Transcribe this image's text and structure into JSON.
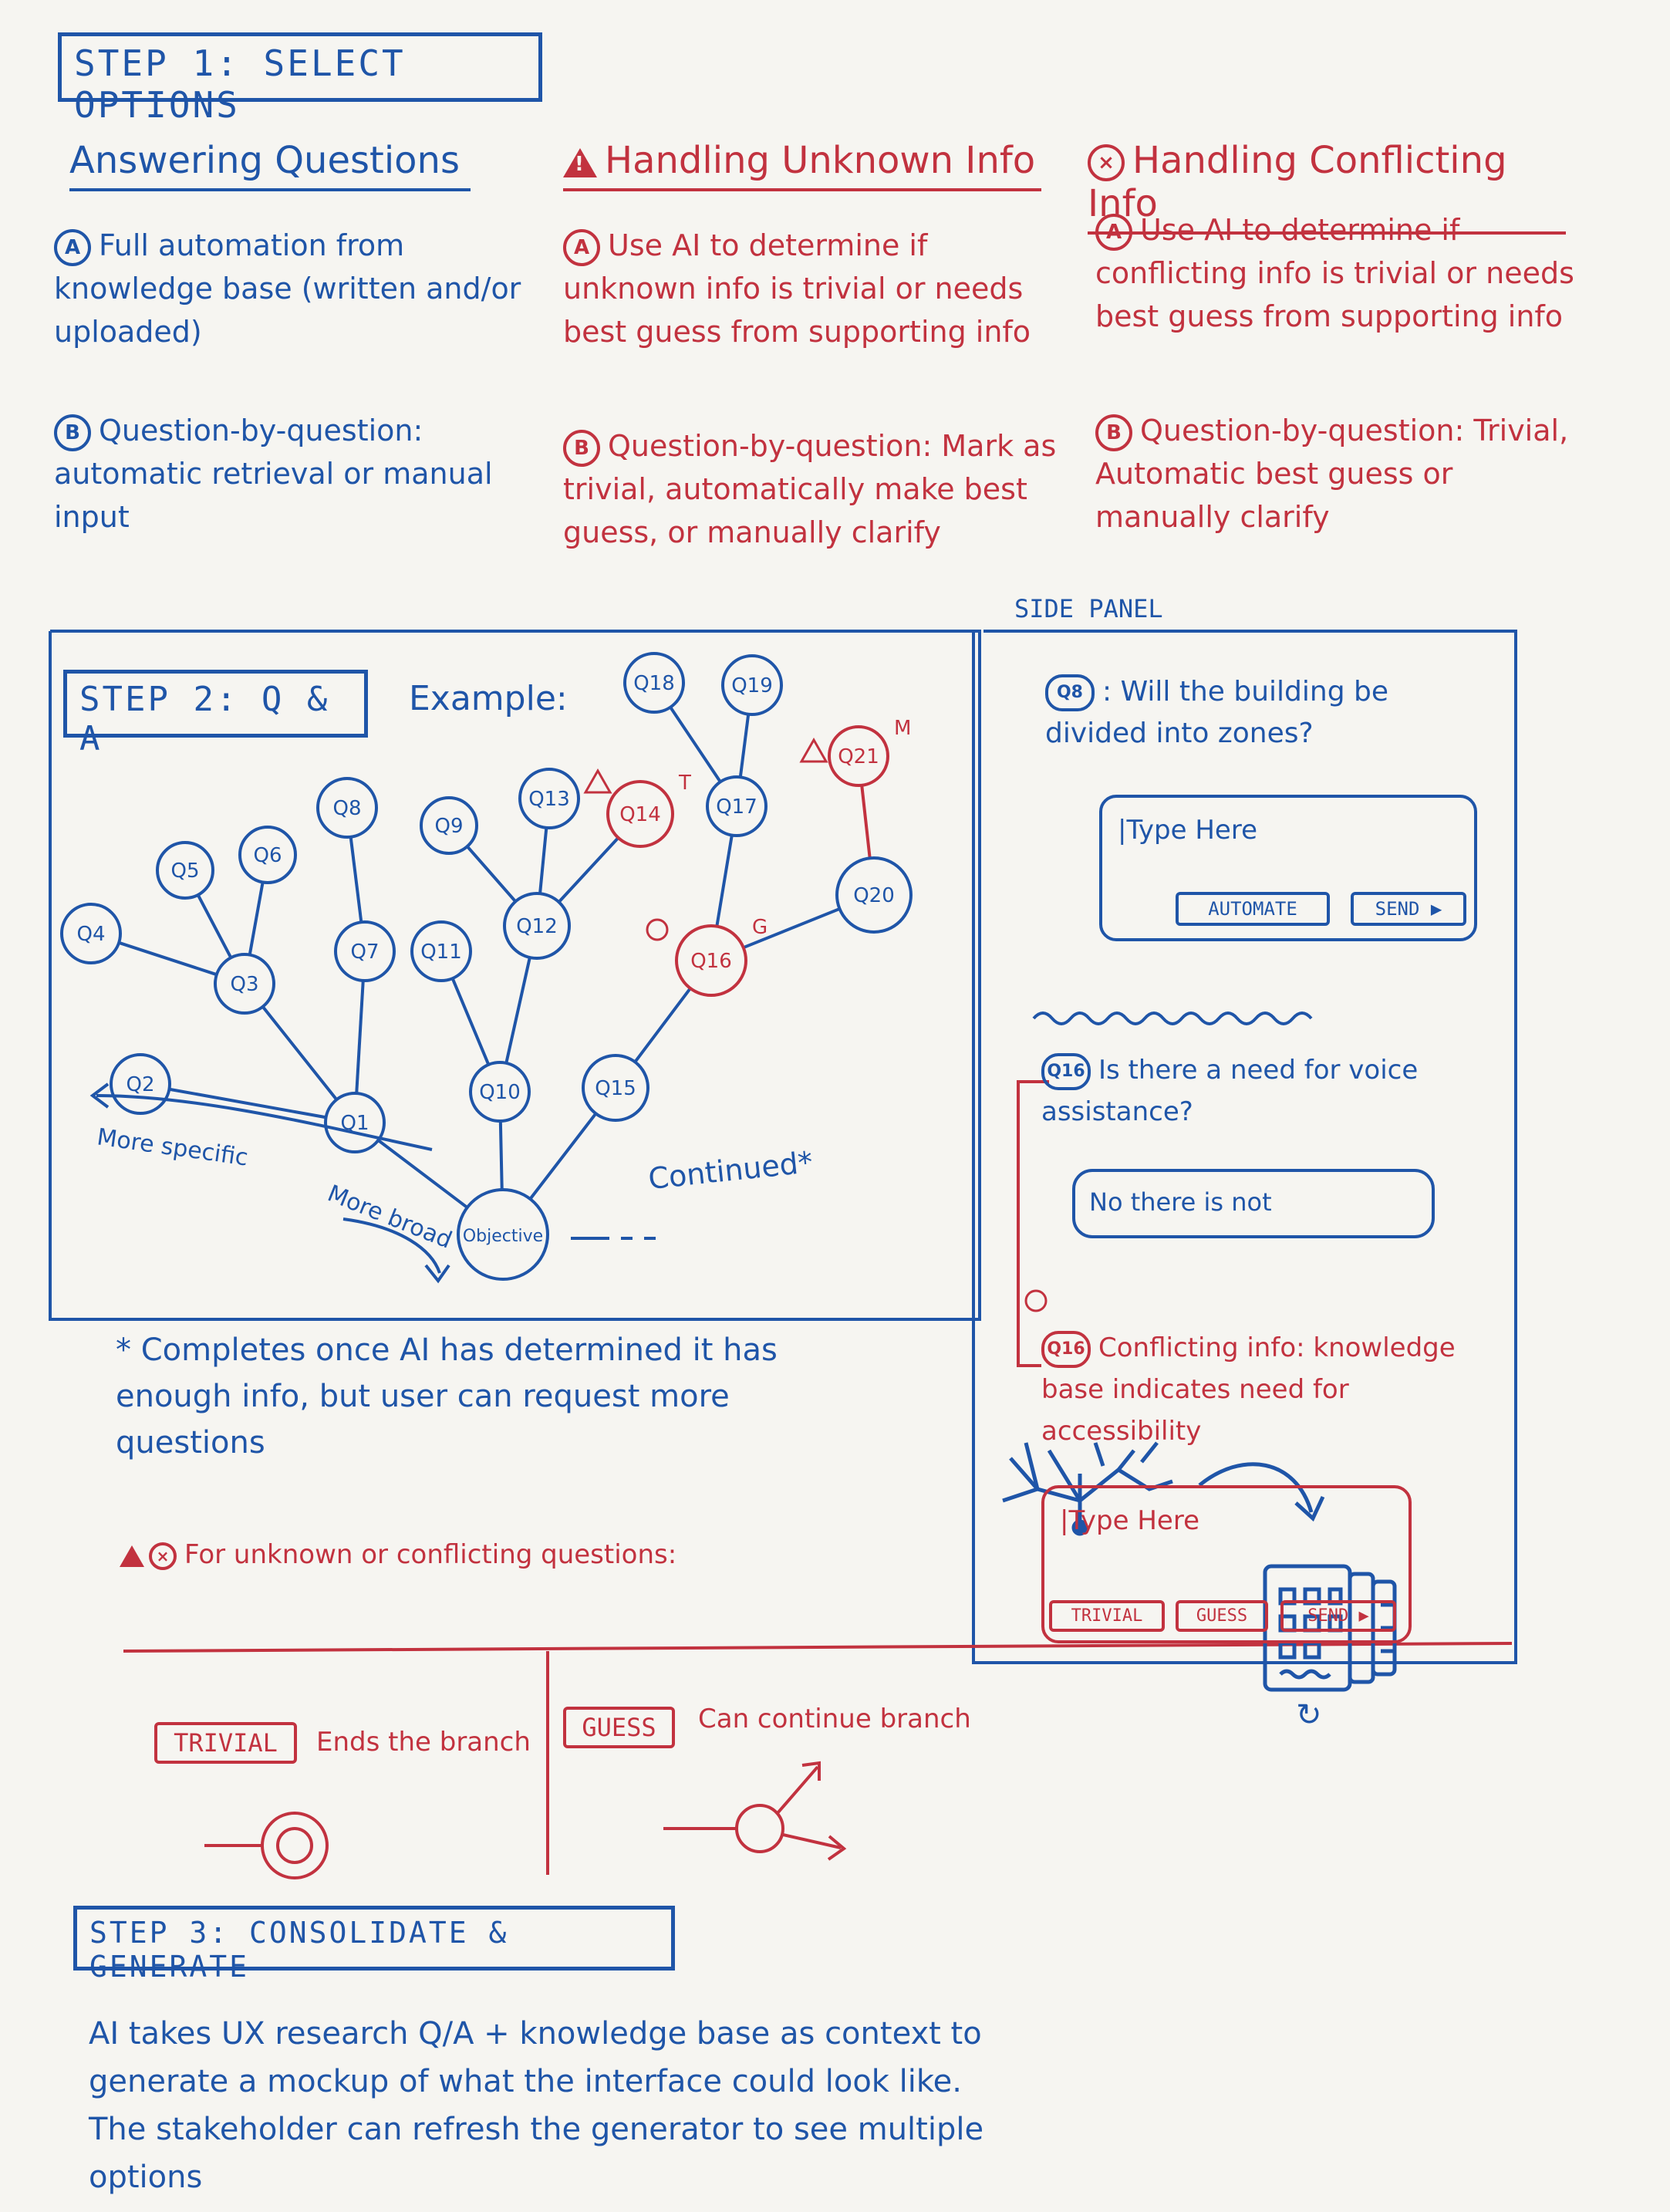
{
  "step1": {
    "title": "STEP 1: SELECT OPTIONS",
    "answering": {
      "heading": "Answering Questions",
      "a_marker": "A",
      "a_text": "Full automation from knowledge base (written and/or uploaded)",
      "b_marker": "B",
      "b_text": "Question-by-question: automatic retrieval or manual input"
    },
    "unknown": {
      "heading": "Handling Unknown Info",
      "icon_glyph": "!",
      "a_marker": "A",
      "a_text": "Use AI to determine if unknown info is trivial or needs best guess from supporting info",
      "b_marker": "B",
      "b_text": "Question-by-question: Mark as trivial, automatically make best guess, or manually clarify"
    },
    "conflicting": {
      "heading": "Handling Conflicting Info",
      "icon_glyph": "×",
      "a_marker": "A",
      "a_text": "Use AI to determine if conflicting info is trivial or needs best guess from supporting info",
      "b_marker": "B",
      "b_text": "Question-by-question: Trivial, Automatic best guess or manually clarify"
    }
  },
  "step2": {
    "title": "STEP 2: Q & A",
    "example_label": "Example:",
    "nodes": [
      {
        "id": "objective",
        "label": "Objective",
        "color": "blue"
      },
      {
        "id": "q1",
        "label": "Q1",
        "color": "blue"
      },
      {
        "id": "q2",
        "label": "Q2",
        "color": "blue"
      },
      {
        "id": "q3",
        "label": "Q3",
        "color": "blue"
      },
      {
        "id": "q4",
        "label": "Q4",
        "color": "blue"
      },
      {
        "id": "q5",
        "label": "Q5",
        "color": "blue"
      },
      {
        "id": "q6",
        "label": "Q6",
        "color": "blue"
      },
      {
        "id": "q7",
        "label": "Q7",
        "color": "blue"
      },
      {
        "id": "q8",
        "label": "Q8",
        "color": "blue"
      },
      {
        "id": "q9",
        "label": "Q9",
        "color": "blue"
      },
      {
        "id": "q10",
        "label": "Q10",
        "color": "blue"
      },
      {
        "id": "q11",
        "label": "Q11",
        "color": "blue"
      },
      {
        "id": "q12",
        "label": "Q12",
        "color": "blue"
      },
      {
        "id": "q13",
        "label": "Q13",
        "color": "blue"
      },
      {
        "id": "q14",
        "label": "Q14",
        "color": "red"
      },
      {
        "id": "q15",
        "label": "Q15",
        "color": "blue"
      },
      {
        "id": "q16",
        "label": "Q16",
        "color": "red"
      },
      {
        "id": "q17",
        "label": "Q17",
        "color": "blue"
      },
      {
        "id": "q18",
        "label": "Q18",
        "color": "blue"
      },
      {
        "id": "q19",
        "label": "Q19",
        "color": "blue"
      },
      {
        "id": "q20",
        "label": "Q20",
        "color": "blue"
      },
      {
        "id": "q21",
        "label": "Q21",
        "color": "red"
      }
    ],
    "node_tags": {
      "q14": "T",
      "q16": "G",
      "q21": "M"
    },
    "more_specific": "More specific",
    "more_broad": "More broad",
    "continued": "Continued*",
    "footnote": "* Completes once AI has determined it has enough info, but user can request more questions",
    "legend_text": "For unknown or conflicting questions:"
  },
  "side_panel": {
    "title": "SIDE PANEL",
    "q8_marker": "Q8",
    "q8_text": ": Will the building be divided into zones?",
    "input1_placeholder": "|Type Here",
    "automate_label": "AUTOMATE",
    "send_label": "SEND ▶",
    "q16_marker": "Q16",
    "q16_text": "Is there a need for voice assistance?",
    "answer_bubble": "No there is not",
    "q16b_marker": "Q16",
    "q16b_text": "Conflicting info: knowledge base indicates need for accessibility",
    "input2_placeholder": "|Type Here",
    "trivial_label": "TRIVIAL",
    "guess_label": "GUESS",
    "send2_label": "SEND ▶"
  },
  "legend": {
    "trivial_label": "TRIVIAL",
    "trivial_text": "Ends the branch",
    "guess_label": "GUESS",
    "guess_text": "Can continue branch"
  },
  "step3": {
    "title": "STEP 3: CONSOLIDATE & GENERATE",
    "text": "AI takes UX research Q/A + knowledge base as context to generate a mockup of what the interface could look like. The stakeholder can refresh the generator to see multiple options",
    "refresh_glyph": "↻"
  },
  "colors": {
    "blue": "#1f55a8",
    "red": "#c2323f",
    "paper": "#f6f5f1"
  }
}
